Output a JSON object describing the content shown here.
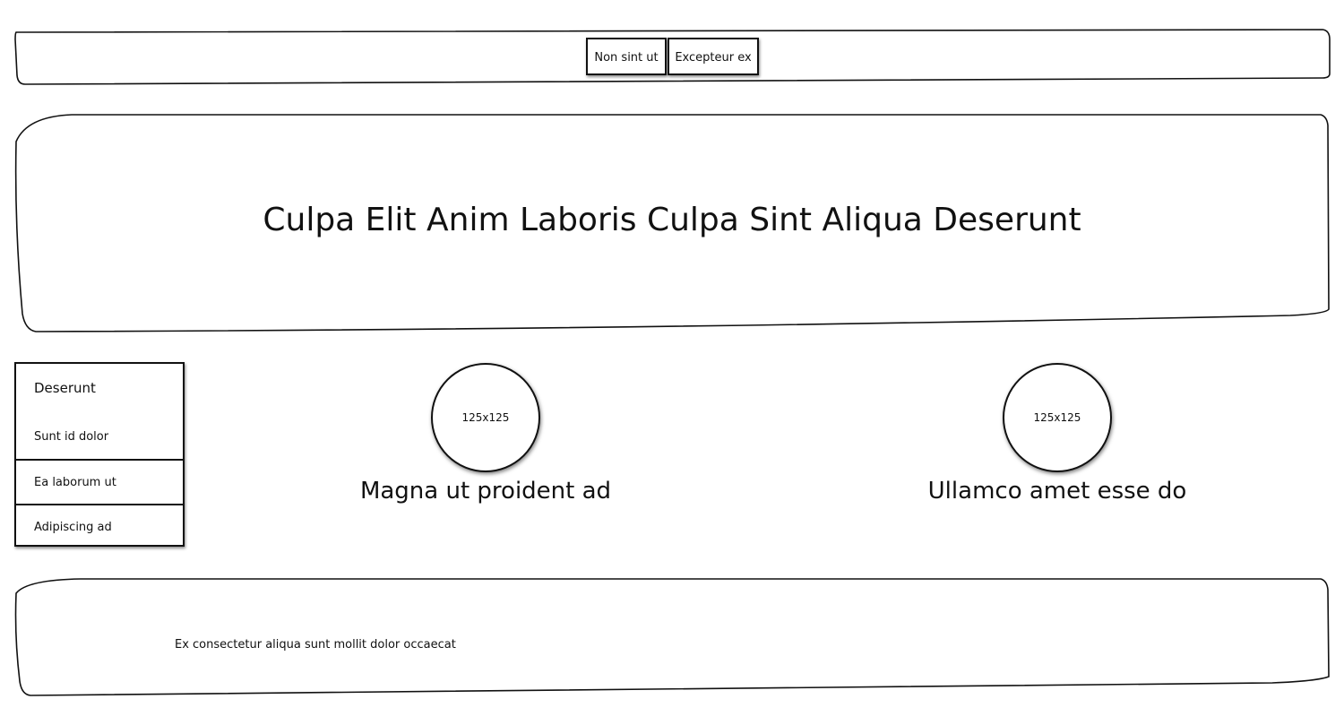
{
  "nav": {
    "items": [
      {
        "label": "Non sint ut"
      },
      {
        "label": "Excepteur ex"
      }
    ]
  },
  "hero": {
    "title": "Culpa Elit Anim Laboris Culpa Sint Aliqua Deserunt"
  },
  "sidebar": {
    "heading": "Deserunt",
    "items": [
      {
        "label": "Sunt id dolor"
      },
      {
        "label": "Ea laborum ut"
      },
      {
        "label": "Adipiscing ad"
      }
    ]
  },
  "cards": [
    {
      "image_label": "125x125",
      "caption": "Magna ut proident ad"
    },
    {
      "image_label": "125x125",
      "caption": "Ullamco amet esse do"
    }
  ],
  "footer": {
    "text": "Ex consectetur aliqua sunt mollit dolor occaecat"
  },
  "colors": {
    "stroke": "#111111",
    "background": "#ffffff"
  }
}
